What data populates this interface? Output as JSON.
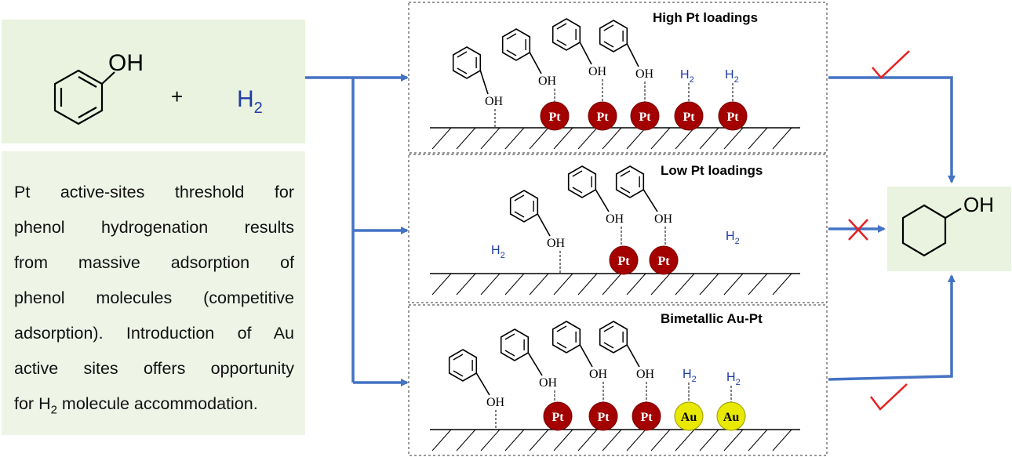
{
  "reactants": {
    "phenol_group": "OH",
    "plus": "+",
    "hydrogen": "H",
    "hydrogen_sub": "2"
  },
  "product": {
    "group": "OH"
  },
  "description": {
    "lines": [
      "Pt active-sites threshold for",
      "phenol hydrogenation results",
      "from massive adsorption of",
      "phenol molecules (competitive",
      "adsorption). Introduction of Au",
      "active sites offers opportunity"
    ],
    "last_line_prefix": "for H",
    "last_line_sub": "2",
    "last_line_suffix": " molecule accommodation."
  },
  "panels": [
    {
      "title": "High Pt loadings",
      "adsorbates": [
        {
          "kind": "phenol"
        },
        {
          "kind": "phenol",
          "site": "Pt"
        },
        {
          "kind": "phenol",
          "site": "Pt"
        },
        {
          "kind": "phenol",
          "site": "Pt"
        },
        {
          "kind": "H2",
          "site": "Pt"
        },
        {
          "kind": "H2",
          "site": "Pt"
        }
      ],
      "outcome": "success"
    },
    {
      "title": "Low Pt loadings",
      "adsorbates": [
        {
          "kind": "H2",
          "free": true
        },
        {
          "kind": "phenol"
        },
        {
          "kind": "phenol",
          "site": "Pt"
        },
        {
          "kind": "phenol",
          "site": "Pt"
        },
        {
          "kind": "H2",
          "free": true
        }
      ],
      "outcome": "fail"
    },
    {
      "title": "Bimetallic Au-Pt",
      "adsorbates": [
        {
          "kind": "phenol"
        },
        {
          "kind": "phenol",
          "site": "Pt"
        },
        {
          "kind": "phenol",
          "site": "Pt"
        },
        {
          "kind": "phenol",
          "site": "Pt"
        },
        {
          "kind": "H2",
          "site": "Au"
        },
        {
          "kind": "H2",
          "site": "Au"
        }
      ],
      "outcome": "success"
    }
  ],
  "labels": {
    "oh": "OH",
    "h": "H",
    "sub2": "2",
    "pt": "Pt",
    "au": "Au"
  },
  "colors": {
    "arrow": "#4472c4",
    "pt_fill": "#a50000",
    "au_fill": "#e8e800",
    "check": "#e82020",
    "cross": "#e82020",
    "h2_text": "#1f3ca8",
    "panel_fill": "#e9f3df"
  }
}
